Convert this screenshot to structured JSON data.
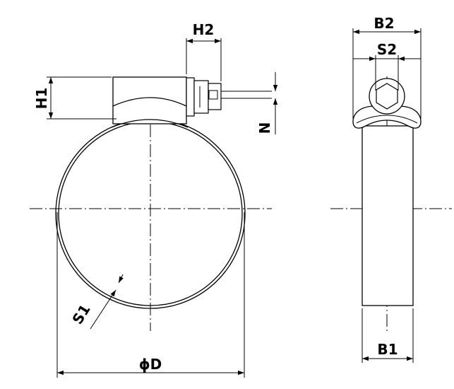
{
  "labels": {
    "h2": "H2",
    "h1": "H1",
    "n": "N",
    "s1": "S1",
    "d": "ϕD",
    "b2": "B2",
    "s2": "S2",
    "b1": "B1"
  },
  "colors": {
    "line": "#000000",
    "background": "#ffffff"
  }
}
